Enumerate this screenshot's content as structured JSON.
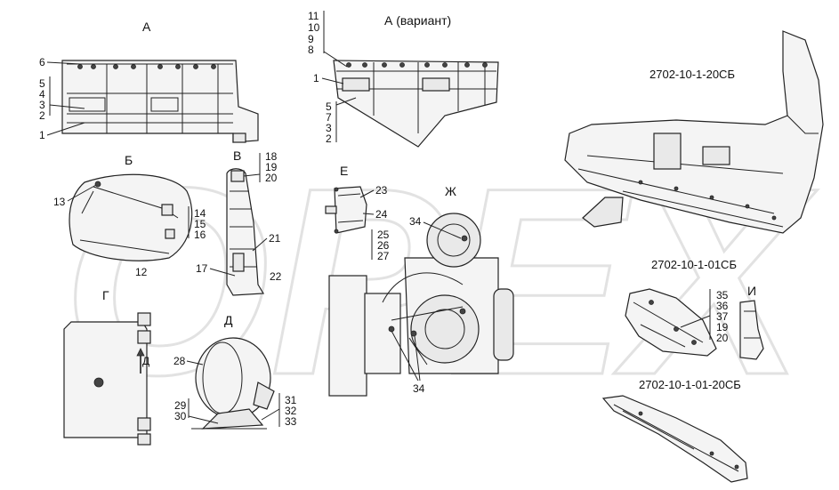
{
  "watermark": "OPEX",
  "views": {
    "a": "А",
    "a_variant": "А (вариант)",
    "b": "Б",
    "v": "В",
    "g": "Г",
    "d": "Д",
    "d_arrow": "Д",
    "e": "Е",
    "zh": "Ж",
    "i": "И"
  },
  "codes": {
    "main": "2702-10-1-20СБ",
    "sub1": "2702-10-1-01СБ",
    "sub2": "2702-10-1-01-20СБ"
  },
  "callouts": {
    "a_left": [
      "6",
      "5",
      "4",
      "3",
      "2",
      "1"
    ],
    "a_variant_top": [
      "11",
      "10",
      "9",
      "8"
    ],
    "a_variant_mid": "1",
    "a_variant_bottom": [
      "5",
      "7",
      "3",
      "2"
    ],
    "b": [
      "13",
      "14",
      "15",
      "16",
      "12"
    ],
    "v": [
      "18",
      "19",
      "20",
      "21",
      "17",
      "22"
    ],
    "e": [
      "23",
      "24",
      "25",
      "26",
      "27"
    ],
    "zh": [
      "34",
      "34"
    ],
    "d": [
      "28",
      "29",
      "30",
      "31",
      "32",
      "33"
    ],
    "i": [
      "35",
      "36",
      "37",
      "19",
      "20"
    ]
  }
}
